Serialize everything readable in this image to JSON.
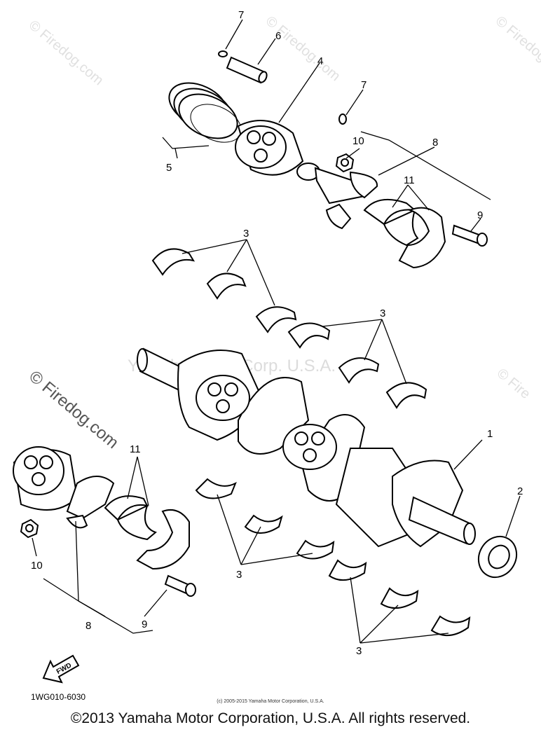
{
  "watermarks": {
    "firedog_top_left": "© Firedog.com",
    "firedog_top_mid": "© Firedog.com",
    "firedog_top_right": "© Firedog",
    "firedog_left_large": "© Firedog.com",
    "firedog_right": "© Fire",
    "yamaha_center": "Yamaha Motor Corp. U.S.A."
  },
  "callouts": {
    "c1": "1",
    "c2": "2",
    "c3a": "3",
    "c3b": "3",
    "c3c": "3",
    "c3d": "3",
    "c4": "4",
    "c5": "5",
    "c6": "6",
    "c7a": "7",
    "c7b": "7",
    "c8a": "8",
    "c8b": "8",
    "c9a": "9",
    "c9b": "9",
    "c10a": "10",
    "c10b": "10",
    "c11a": "11",
    "c11b": "11"
  },
  "fwd_label": "FWD",
  "diagram_code": "1WG010-6030",
  "small_copyright": "(c) 2005-2015 Yamaha Motor Corporation, U.S.A.",
  "copyright": "©2013 Yamaha Motor Corporation, U.S.A. All rights reserved."
}
